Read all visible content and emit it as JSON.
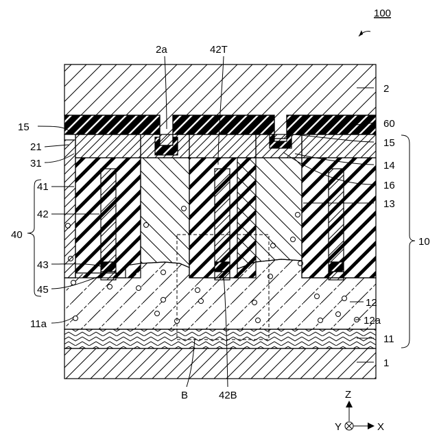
{
  "figure": {
    "ref_number": "100",
    "labels": {
      "l_2a": "2a",
      "l_42T": "42T",
      "l_2": "2",
      "l_60": "60",
      "l_15_left": "15",
      "l_15_right": "15",
      "l_21": "21",
      "l_31": "31",
      "l_14": "14",
      "l_16": "16",
      "l_41": "41",
      "l_13": "13",
      "l_42": "42",
      "l_40": "40",
      "l_10": "10",
      "l_43": "43",
      "l_45": "45",
      "l_12": "12",
      "l_12a": "12a",
      "l_11a": "11a",
      "l_11": "11",
      "l_1": "1",
      "l_B": "B",
      "l_42B": "42B"
    },
    "axes": {
      "z": "Z",
      "y": "Y",
      "x": "X"
    }
  }
}
